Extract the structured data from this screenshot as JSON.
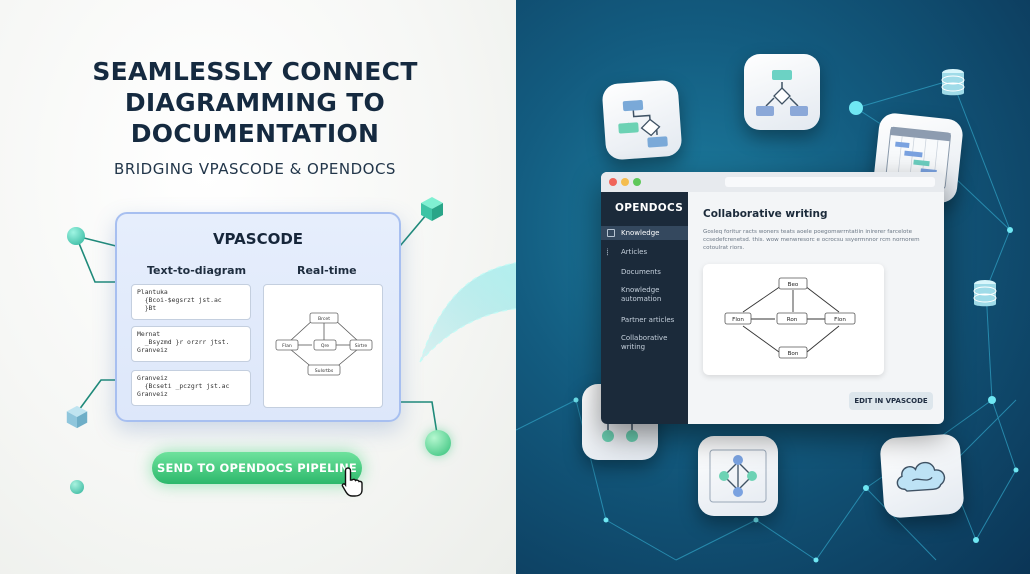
{
  "hero": {
    "headline_line1": "SEAMLESSLY CONNECT",
    "headline_line2": "DIAGRAMMING TO",
    "headline_line3": "DOCUMENTATION",
    "subheadline": "BRIDGING VPASCODE & OPENDOCS"
  },
  "vpascode_card": {
    "title": "VPASCODE",
    "left_column_title": "Text-to-diagram",
    "right_column_title": "Real-time",
    "code_snippets": [
      [
        "Plantuka",
        "  {Bcoi-$egsrzt jst.ac",
        "  }Bt"
      ],
      [
        "Mernat",
        "  _Bsyzmd }r orzrr jtst.",
        "Granveiz"
      ],
      [
        "Granveiz",
        "  {Bcseti _pczgrt jst.ac",
        "Granveiz"
      ]
    ],
    "preview_nodes": [
      "Brcet",
      "Flan",
      "Qre",
      "Sirtre",
      "Sulsrtbs"
    ]
  },
  "cta": {
    "label": "SEND TO OPENDOCS PIPELINE"
  },
  "opendocs_window": {
    "brand": "OPENDOCS",
    "nav_items": [
      {
        "label": "Knowledge",
        "active": true
      },
      {
        "label": "Articles",
        "active": false
      },
      {
        "label": "Documents",
        "active": false
      },
      {
        "label": "Knowledge automation",
        "active": false
      },
      {
        "label": "Partner articles",
        "active": false
      },
      {
        "label": "Collaborative writing",
        "active": false
      }
    ],
    "main_title": "Collaborative writing",
    "paragraph": "Gosleq foritur racts woners teats aoele poegomwrrntatiin inirerer farcelote ccsedefcrenetsd. this. wow menwresorc e ocrocsu ssyermnnor rcm nornorem cotoulrat riors.",
    "flow_nodes": [
      "Beo",
      "Flon",
      "Ron",
      "Flon",
      "Bon"
    ],
    "edit_button": "EDIT IN VPASCODE"
  },
  "colors": {
    "left_bg": "#f4f5f3",
    "right_bg": "#135c80",
    "cta_green": "#2cb86b",
    "card_border": "#a7bff0",
    "sidebar": "#1b2a3a"
  }
}
